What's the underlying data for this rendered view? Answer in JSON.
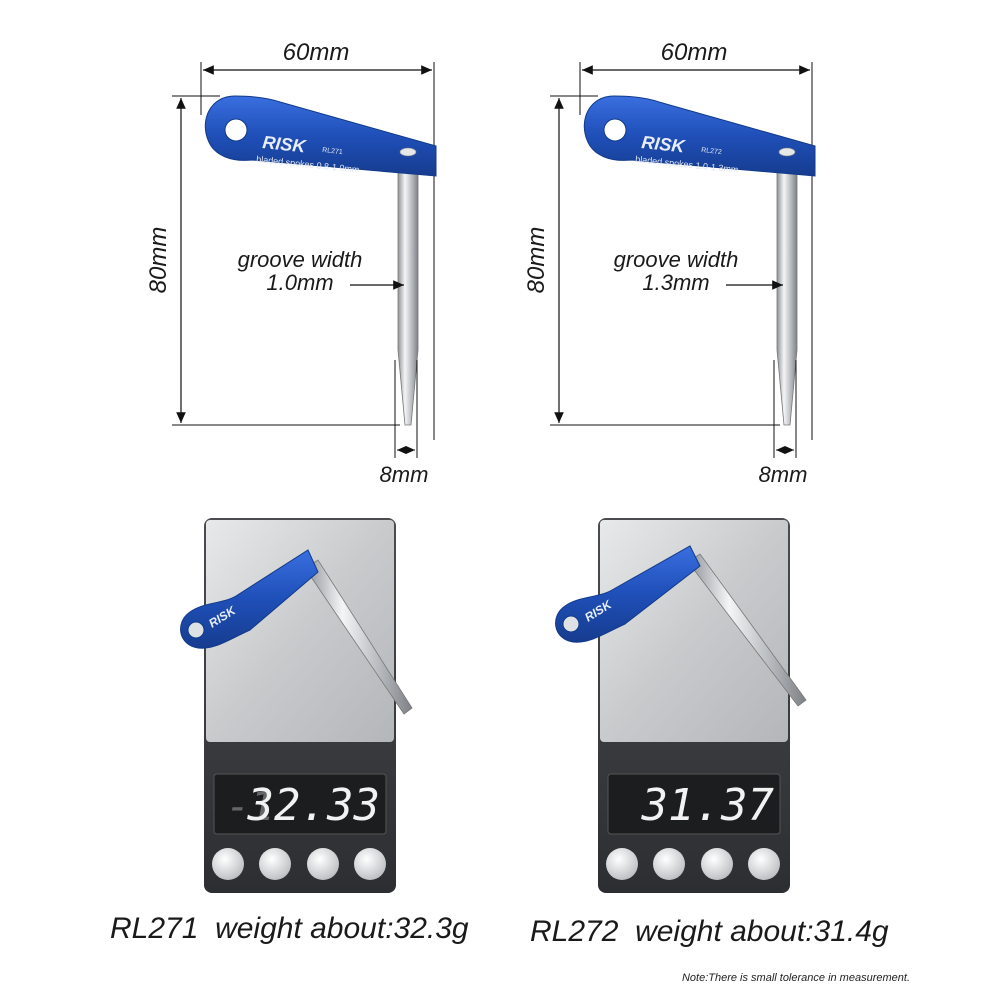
{
  "products": [
    {
      "model": "RL271",
      "width_label": "60mm",
      "height_label": "80mm",
      "tip_label": "8mm",
      "groove_line1": "groove width",
      "groove_line2": "1.0mm",
      "tool_logo": "RISK",
      "tool_model": "RL271",
      "tool_text": "bladed spokes  0.8-1.0mm",
      "scale_reading": "32.33",
      "scale_prefix": "-1",
      "caption": "RL271  weight about:32.3g"
    },
    {
      "model": "RL272",
      "width_label": "60mm",
      "height_label": "80mm",
      "tip_label": "8mm",
      "groove_line1": "groove width",
      "groove_line2": "1.3mm",
      "tool_logo": "RISK",
      "tool_model": "RL272",
      "tool_text": "bladed spokes  1.0-1.3mm",
      "scale_reading": "31.37",
      "scale_prefix": "",
      "caption": "RL272  weight about:31.4g"
    }
  ],
  "note": "Note:There is small tolerance in measurement.",
  "colors": {
    "tool_blue": "#1f4fb8",
    "metal": "#c9ccd0",
    "scale_body": "#3a3c40"
  }
}
